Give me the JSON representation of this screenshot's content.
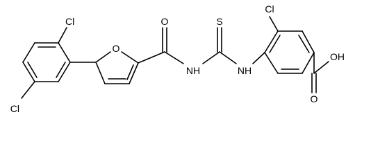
{
  "molecule": {
    "labels": {
      "cl_top": "Cl",
      "cl_left": "Cl",
      "furan_o": "O",
      "amide_o": "O",
      "amide_nh": "NH",
      "thio_s": "S",
      "thio_nh": "NH",
      "cl_right": "Cl",
      "acid_oh": "OH",
      "acid_o": "O"
    },
    "colors": {
      "bond": "#000000",
      "label": "#000000",
      "background": "#ffffff"
    }
  }
}
